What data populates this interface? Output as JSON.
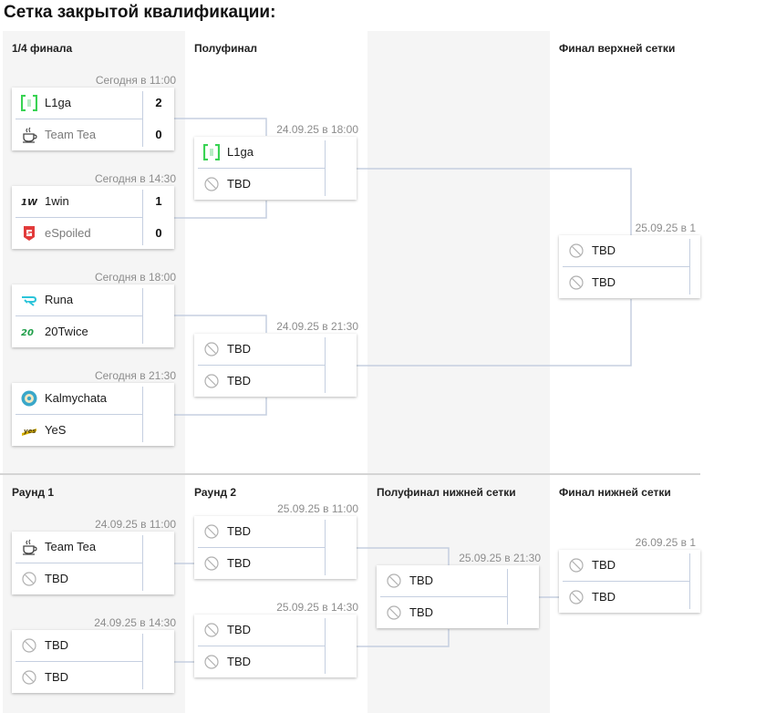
{
  "page_title": "Сетка закрытой квалификации:",
  "upper": {
    "rounds": [
      "1/4 финала",
      "Полуфинал",
      "",
      "Финал верхней сетки"
    ],
    "quarterfinals": [
      {
        "time": "Сегодня в 11:00",
        "teams": [
          {
            "name": "L1ga",
            "score": "2",
            "logo": "l1ga-logo",
            "loser": false
          },
          {
            "name": "Team Tea",
            "score": "0",
            "logo": "team-tea-logo",
            "loser": true
          }
        ]
      },
      {
        "time": "Сегодня в 14:30",
        "teams": [
          {
            "name": "1win",
            "score": "1",
            "logo": "1win-logo",
            "loser": false
          },
          {
            "name": "eSpoiled",
            "score": "0",
            "logo": "espoiled-logo",
            "loser": true
          }
        ]
      },
      {
        "time": "Сегодня в 18:00",
        "teams": [
          {
            "name": "Runa",
            "score": "",
            "logo": "runa-logo",
            "loser": false
          },
          {
            "name": "20Twice",
            "score": "",
            "logo": "20twice-logo",
            "loser": false
          }
        ]
      },
      {
        "time": "Сегодня в 21:30",
        "teams": [
          {
            "name": "Kalmychata",
            "score": "",
            "logo": "kalmychata-logo",
            "loser": false
          },
          {
            "name": "YeS",
            "score": "",
            "logo": "yes-logo",
            "loser": false
          }
        ]
      }
    ],
    "semifinals": [
      {
        "time": "24.09.25 в 18:00",
        "teams": [
          {
            "name": "L1ga",
            "logo": "l1ga-logo"
          },
          {
            "name": "TBD",
            "logo": "tbd-icon"
          }
        ]
      },
      {
        "time": "24.09.25 в 21:30",
        "teams": [
          {
            "name": "TBD",
            "logo": "tbd-icon"
          },
          {
            "name": "TBD",
            "logo": "tbd-icon"
          }
        ]
      }
    ],
    "final": {
      "time": "25.09.25 в 1",
      "teams": [
        {
          "name": "TBD",
          "logo": "tbd-icon"
        },
        {
          "name": "TBD",
          "logo": "tbd-icon"
        }
      ]
    }
  },
  "lower": {
    "rounds": [
      "Раунд 1",
      "Раунд 2",
      "Полуфинал нижней сетки",
      "Финал нижней сетки"
    ],
    "round1": [
      {
        "time": "24.09.25 в 11:00",
        "teams": [
          {
            "name": "Team Tea",
            "logo": "team-tea-logo"
          },
          {
            "name": "TBD",
            "logo": "tbd-icon"
          }
        ]
      },
      {
        "time": "24.09.25 в 14:30",
        "teams": [
          {
            "name": "TBD",
            "logo": "tbd-icon"
          },
          {
            "name": "TBD",
            "logo": "tbd-icon"
          }
        ]
      }
    ],
    "round2": [
      {
        "time": "25.09.25 в 11:00",
        "teams": [
          {
            "name": "TBD",
            "logo": "tbd-icon"
          },
          {
            "name": "TBD",
            "logo": "tbd-icon"
          }
        ]
      },
      {
        "time": "25.09.25 в 14:30",
        "teams": [
          {
            "name": "TBD",
            "logo": "tbd-icon"
          },
          {
            "name": "TBD",
            "logo": "tbd-icon"
          }
        ]
      }
    ],
    "semifinal": {
      "time": "25.09.25 в 21:30",
      "teams": [
        {
          "name": "TBD",
          "logo": "tbd-icon"
        },
        {
          "name": "TBD",
          "logo": "tbd-icon"
        }
      ]
    },
    "final": {
      "time": "26.09.25 в 1",
      "teams": [
        {
          "name": "TBD",
          "logo": "tbd-icon"
        },
        {
          "name": "TBD",
          "logo": "tbd-icon"
        }
      ]
    }
  },
  "colors": {
    "column_bg": "#f5f5f5",
    "connector": "#c5cfe0",
    "l1ga": "#39d353",
    "espoiled": "#e23b3b",
    "runa": "#2bc4d9",
    "twice": "#1e9e48",
    "kalmychata": "#3aa7c9",
    "yes": "#d9b200"
  }
}
